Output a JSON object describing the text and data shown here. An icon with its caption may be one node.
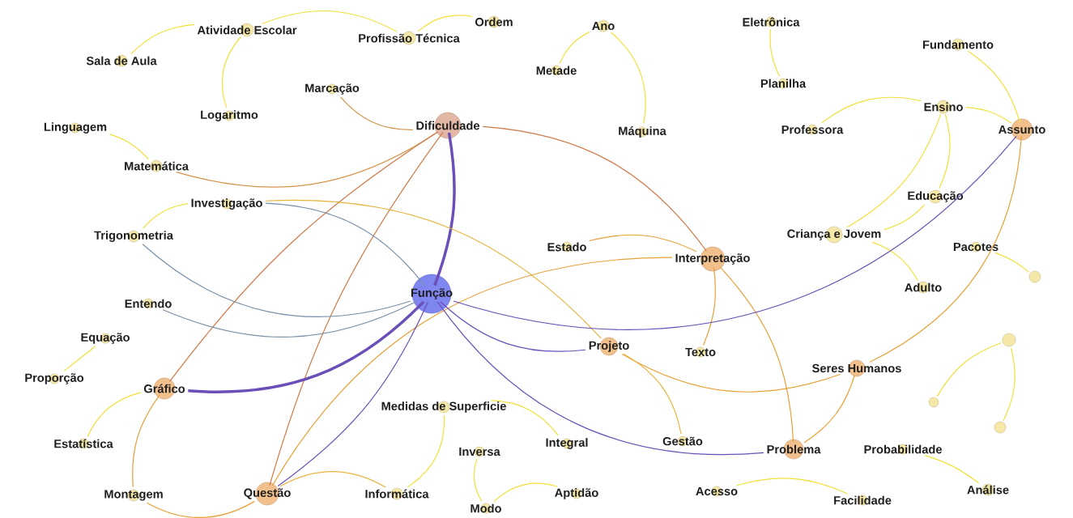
{
  "diagram": {
    "nodes": [
      {
        "text": [
          "Atividade Escolar"
        ]
      },
      {
        "text": [
          "Profissão Técnica"
        ]
      },
      {
        "text": [
          "Ordem"
        ]
      },
      {
        "text": [
          "Sala de Aula"
        ]
      },
      {
        "text": [
          "Ano"
        ]
      },
      {
        "text": [
          "Metade"
        ]
      },
      {
        "text": [
          "Eletrônica"
        ]
      },
      {
        "text": [
          "Fundamento"
        ]
      },
      {
        "text": [
          "Planilha"
        ]
      },
      {
        "text": [
          "Marcação"
        ]
      },
      {
        "text": [
          "Logaritmo"
        ]
      },
      {
        "text": [
          "Dificuldade"
        ]
      },
      {
        "text": [
          "Máquina"
        ]
      },
      {
        "text": [
          "Ensino"
        ]
      },
      {
        "text": [
          "Linguagem"
        ]
      },
      {
        "text": [
          "Professora"
        ]
      },
      {
        "text": [
          "Assunto"
        ]
      },
      {
        "text": [
          "Matemática"
        ]
      },
      {
        "text": [
          "Investigação"
        ]
      },
      {
        "text": [
          "Educação"
        ]
      },
      {
        "text": [
          "Trigonometria"
        ]
      },
      {
        "text": [
          "Estado"
        ]
      },
      {
        "text": [
          "Criança e Jovem"
        ]
      },
      {
        "text": [
          "Pacotes"
        ]
      },
      {
        "text": [
          "Interpretação"
        ]
      },
      {
        "text": [],
        "shape": "circle"
      },
      {
        "text": [
          "Função"
        ]
      },
      {
        "text": [
          "Entendo"
        ]
      },
      {
        "text": [
          "Adulto"
        ]
      },
      {
        "text": [
          "Equação"
        ]
      },
      {
        "text": [],
        "shape": "circle"
      },
      {
        "text": [
          "Projeto"
        ]
      },
      {
        "text": [
          "Texto"
        ]
      },
      {
        "text": [
          "Seres Humanos"
        ]
      },
      {
        "text": [
          "Proporção"
        ]
      },
      {
        "text": [
          "Gráfico"
        ]
      },
      {
        "text": [
          "Medidas de Superficie"
        ]
      },
      {
        "text": [],
        "shape": "circle"
      },
      {
        "text": [],
        "shape": "circle"
      },
      {
        "text": [
          "Estatística"
        ]
      },
      {
        "text": [
          "Inversa"
        ]
      },
      {
        "text": [
          "Integral"
        ]
      },
      {
        "text": [
          "Gestão"
        ]
      },
      {
        "text": [
          "Problema"
        ]
      },
      {
        "text": [
          "Probabilidade"
        ]
      },
      {
        "text": [
          "Montagem"
        ]
      },
      {
        "text": [
          "Questão"
        ]
      },
      {
        "text": [
          "Informática"
        ]
      },
      {
        "text": [
          "Acesso"
        ]
      },
      {
        "text": [
          "Aptidão"
        ]
      },
      {
        "text": [
          "Facilidade"
        ]
      },
      {
        "text": [
          "Análise"
        ]
      },
      {
        "text": [
          "Modo"
        ]
      }
    ],
    "edges": [
      {
        "from": 3,
        "to": 0,
        "arrow": "none"
      },
      {
        "from": 0,
        "to": 1,
        "arrow": "none"
      },
      {
        "from": 0,
        "to": 10,
        "arrow": "none"
      },
      {
        "from": 1,
        "to": 2,
        "arrow": "none"
      },
      {
        "from": 4,
        "to": 5,
        "arrow": "none"
      },
      {
        "from": 4,
        "to": 12,
        "arrow": "none"
      },
      {
        "from": 6,
        "to": 8,
        "arrow": "none"
      },
      {
        "from": 7,
        "to": 16,
        "arrow": "none"
      },
      {
        "from": 15,
        "to": 13,
        "arrow": "none"
      },
      {
        "from": 13,
        "to": 16,
        "arrow": "none"
      },
      {
        "from": 13,
        "to": 22,
        "arrow": "none"
      },
      {
        "from": 13,
        "to": 19,
        "arrow": "none"
      },
      {
        "from": 19,
        "to": 22,
        "arrow": "none"
      },
      {
        "from": 22,
        "to": 28,
        "arrow": "none"
      },
      {
        "from": 23,
        "to": 25,
        "arrow": "none"
      },
      {
        "from": 14,
        "to": 17,
        "arrow": "none"
      },
      {
        "from": 29,
        "to": 34,
        "arrow": "none"
      },
      {
        "from": 30,
        "to": 37,
        "arrow": "none"
      },
      {
        "from": 30,
        "to": 38,
        "arrow": "none"
      },
      {
        "from": 44,
        "to": 51,
        "arrow": "none"
      },
      {
        "from": 48,
        "to": 50,
        "arrow": "none"
      },
      {
        "from": 36,
        "to": 47,
        "arrow": "none"
      },
      {
        "from": 36,
        "to": 41,
        "arrow": "none"
      },
      {
        "from": 40,
        "to": 52,
        "arrow": "none"
      },
      {
        "from": 52,
        "to": 49,
        "arrow": "none"
      },
      {
        "from": 35,
        "to": 39,
        "arrow": "none"
      },
      {
        "from": 18,
        "to": 20,
        "arrow": "none"
      },
      {
        "from": 9,
        "to": 11,
        "arrow": "none",
        "color": "#d4944c"
      },
      {
        "from": 17,
        "to": 11,
        "arrow": "none",
        "color": "#d4944c"
      },
      {
        "from": 11,
        "to": 24,
        "arrow": "none",
        "color": "#d07a48"
      },
      {
        "from": 11,
        "to": 26,
        "arrow": "none",
        "style": "thick",
        "color": "#6a4fb8"
      },
      {
        "from": 11,
        "to": 35,
        "arrow": "none",
        "color": "#d07a48"
      },
      {
        "from": 11,
        "to": 46,
        "arrow": "none",
        "color": "#d07a48"
      },
      {
        "from": 18,
        "to": 31,
        "arrow": "none",
        "color": "#e8b440"
      },
      {
        "from": 18,
        "to": 26,
        "arrow": "none",
        "color": "#7890a8"
      },
      {
        "from": 20,
        "to": 26,
        "arrow": "none",
        "color": "#7890a8"
      },
      {
        "from": 27,
        "to": 26,
        "arrow": "none",
        "color": "#7890a8"
      },
      {
        "from": 21,
        "to": 24,
        "arrow": "none",
        "color": "#e8a038"
      },
      {
        "from": 24,
        "to": 32,
        "arrow": "none",
        "color": "#e8a038"
      },
      {
        "from": 24,
        "to": 43,
        "arrow": "none",
        "color": "#e8a038"
      },
      {
        "from": 46,
        "to": 24,
        "arrow": "none",
        "color": "#e8a038"
      },
      {
        "from": 26,
        "to": 35,
        "arrow": "none",
        "style": "thick",
        "color": "#6a4fb8"
      },
      {
        "from": 26,
        "to": 46,
        "arrow": "none",
        "color": "#6a4fb8"
      },
      {
        "from": 26,
        "to": 16,
        "arrow": "none",
        "color": "#6a4fb8"
      },
      {
        "from": 26,
        "to": 31,
        "arrow": "none",
        "color": "#6a4fb8"
      },
      {
        "from": 26,
        "to": 43,
        "arrow": "none",
        "color": "#6a4fb8"
      },
      {
        "from": 31,
        "to": 33,
        "arrow": "none",
        "color": "#e8a038"
      },
      {
        "from": 31,
        "to": 42,
        "arrow": "none",
        "color": "#e8b440"
      },
      {
        "from": 33,
        "to": 43,
        "arrow": "none",
        "color": "#e8a038"
      },
      {
        "from": 33,
        "to": 16,
        "arrow": "none",
        "color": "#e8a038"
      },
      {
        "from": 35,
        "to": 45,
        "arrow": "none",
        "color": "#e8a038"
      },
      {
        "from": 45,
        "to": 46,
        "arrow": "none",
        "color": "#e8a038"
      },
      {
        "from": 46,
        "to": 47,
        "arrow": "none",
        "color": "#e8b440"
      }
    ]
  }
}
